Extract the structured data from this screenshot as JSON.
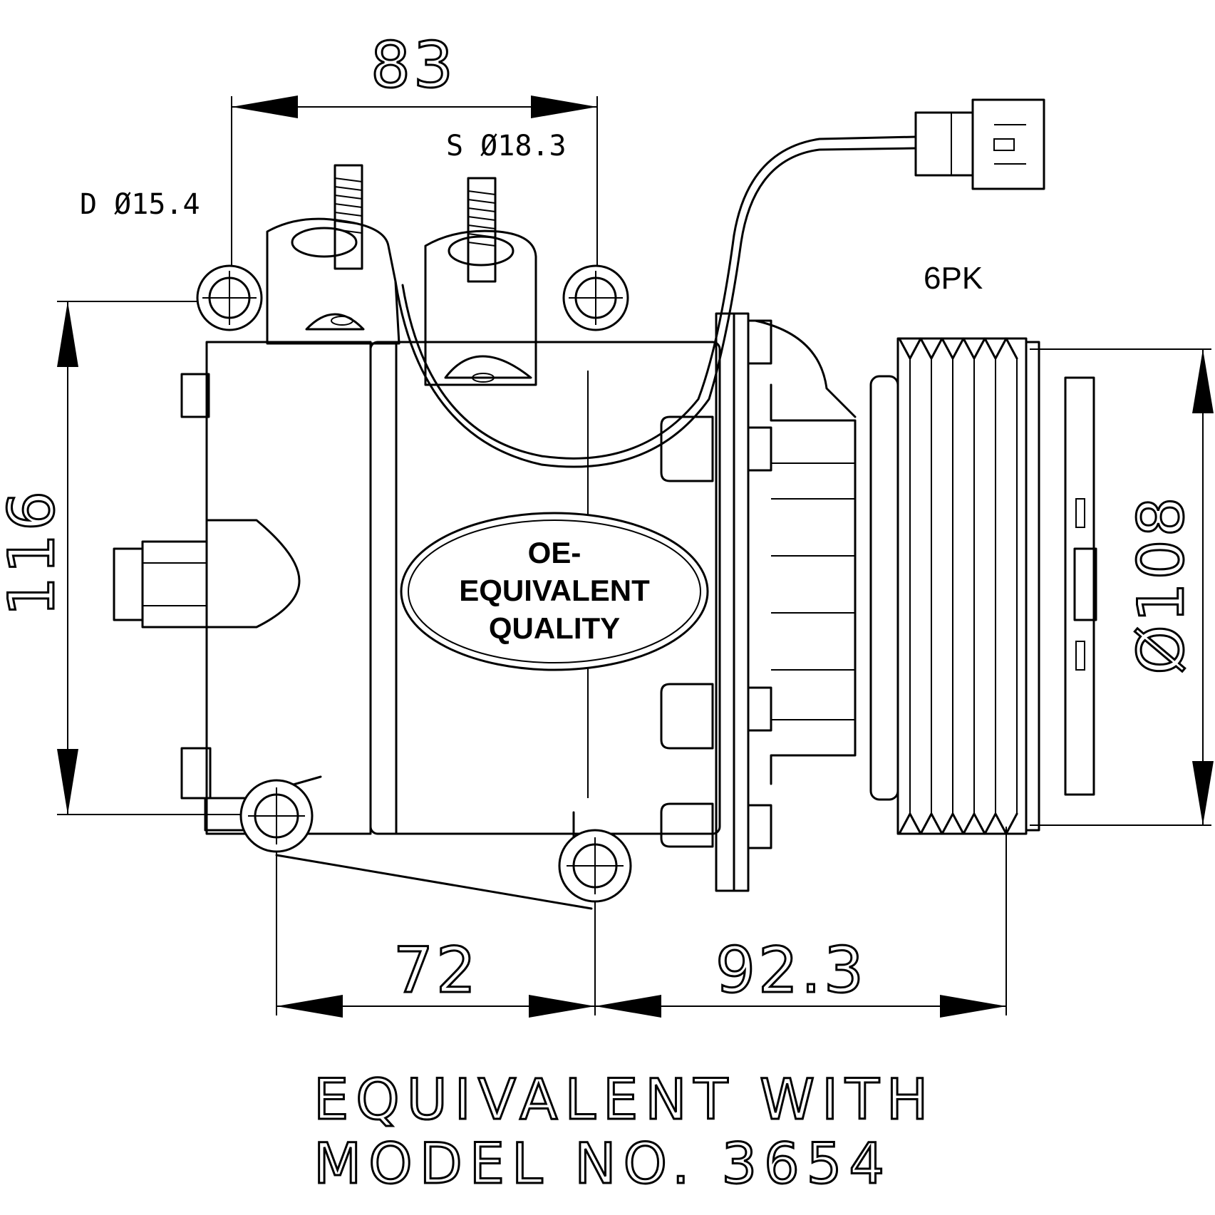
{
  "dimensions": {
    "top_width": "83",
    "left_height": "116",
    "pulley_diameter": "Ø108",
    "bottom_mount_spacing": "72",
    "bottom_pulley_offset": "92.3"
  },
  "ports": {
    "suction": "S Ø18.3",
    "discharge": "D Ø15.4"
  },
  "belt": "6PK",
  "badge": {
    "line1": "OE-",
    "line2": "EQUIVALENT",
    "line3": "QUALITY"
  },
  "footer": {
    "line1": "EQUIVALENT WITH",
    "line2": "MODEL NO. 3654"
  }
}
